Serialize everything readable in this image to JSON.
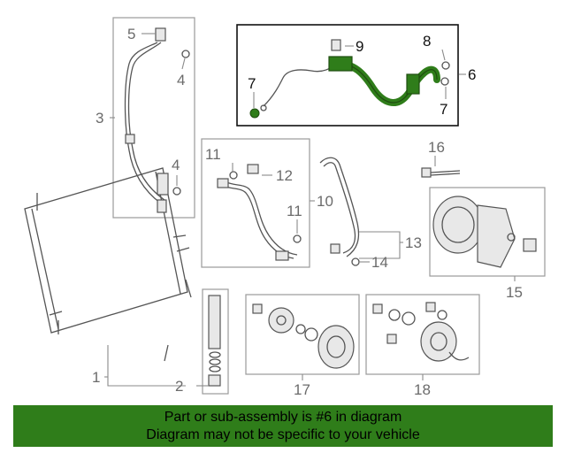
{
  "callouts": {
    "c1": "1",
    "c2": "2",
    "c3": "3",
    "c4a": "4",
    "c4b": "4",
    "c5": "5",
    "c6": "6",
    "c7a": "7",
    "c7b": "7",
    "c8": "8",
    "c9": "9",
    "c10": "10",
    "c11a": "11",
    "c11b": "11",
    "c12": "12",
    "c13": "13",
    "c14": "14",
    "c15": "15",
    "c16": "16",
    "c17": "17",
    "c18": "18"
  },
  "colors": {
    "highlight_part": "#2f7d1a",
    "banner_background": "#2f7d1a"
  },
  "banner": {
    "line1": "Part or sub-assembly is #6 in diagram",
    "line2": "Diagram may not be specific to your vehicle"
  }
}
